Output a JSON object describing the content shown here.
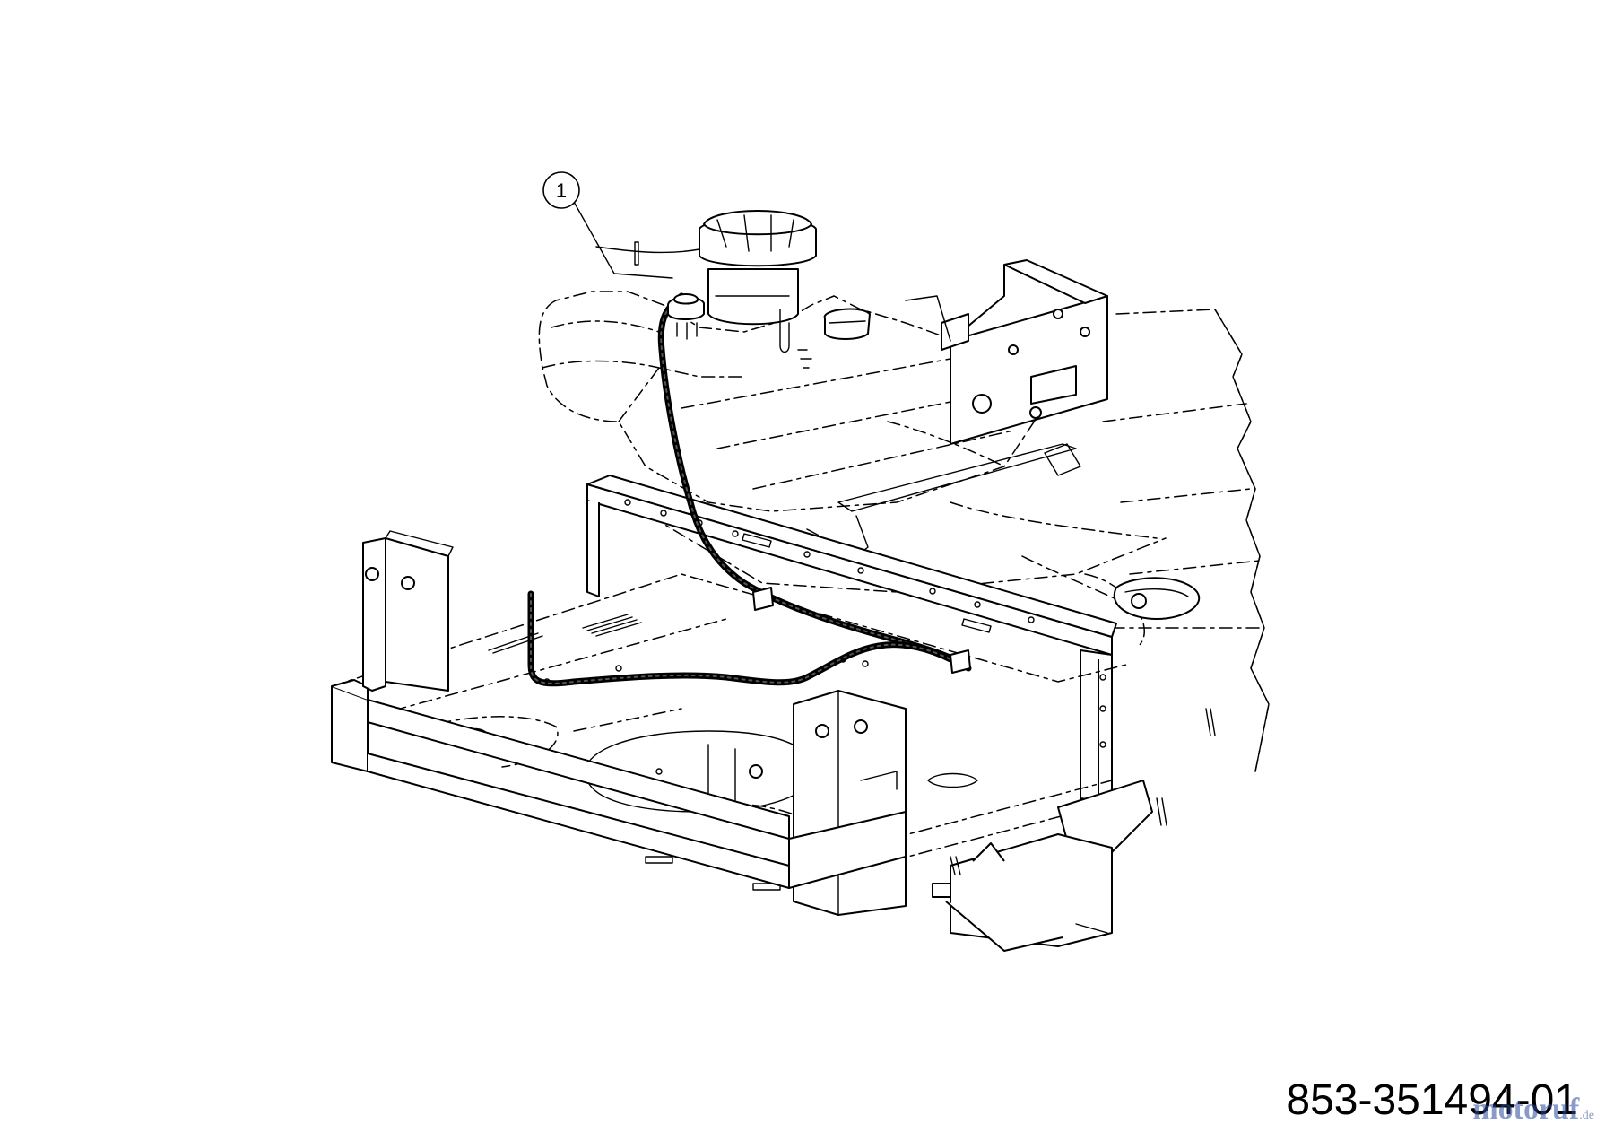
{
  "diagram": {
    "callouts": [
      {
        "label": "1"
      }
    ],
    "part_number": "853-351494-01",
    "watermark": {
      "text": "motoruf",
      "tld": ".de"
    }
  }
}
